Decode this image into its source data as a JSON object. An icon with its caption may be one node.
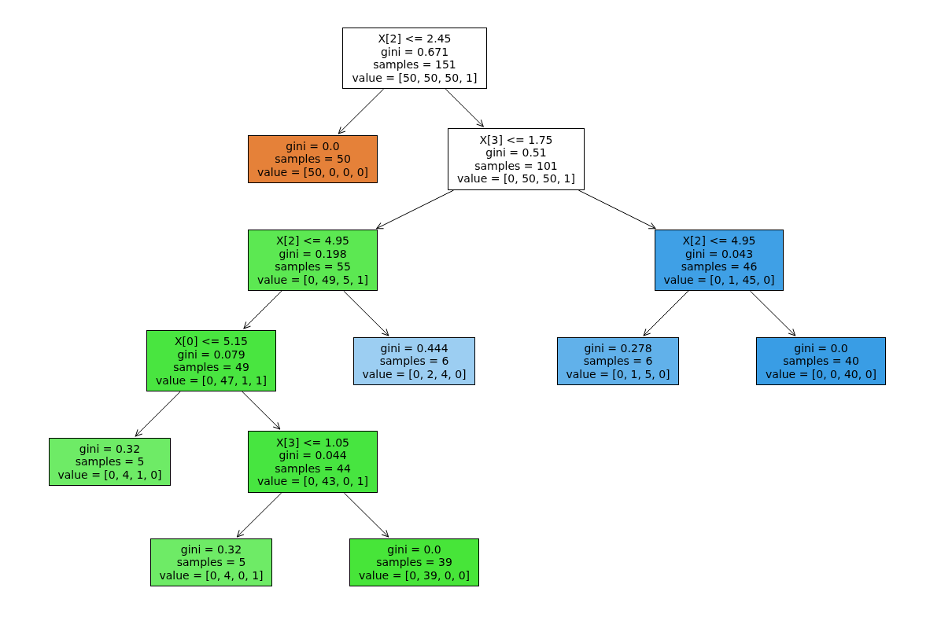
{
  "diagram": {
    "nodes": [
      {
        "text": [
          "X[2] <= 2.45",
          "gini = 0.671",
          "samples = 151",
          "value = [50, 50, 50, 1]"
        ]
      },
      {
        "text": [
          "gini = 0.0",
          "samples = 50",
          "value = [50, 0, 0, 0]"
        ]
      },
      {
        "text": [
          "X[3] <= 1.75",
          "gini = 0.51",
          "samples = 101",
          "value = [0, 50, 50, 1]"
        ]
      },
      {
        "text": [
          "X[2] <= 4.95",
          "gini = 0.198",
          "samples = 55",
          "value = [0, 49, 5, 1]"
        ]
      },
      {
        "text": [
          "X[2] <= 4.95",
          "gini = 0.043",
          "samples = 46",
          "value = [0, 1, 45, 0]"
        ]
      },
      {
        "text": [
          "X[0] <= 5.15",
          "gini = 0.079",
          "samples = 49",
          "value = [0, 47, 1, 1]"
        ]
      },
      {
        "text": [
          "gini = 0.444",
          "samples = 6",
          "value = [0, 2, 4, 0]"
        ]
      },
      {
        "text": [
          "gini = 0.278",
          "samples = 6",
          "value = [0, 1, 5, 0]"
        ]
      },
      {
        "text": [
          "gini = 0.0",
          "samples = 40",
          "value = [0, 0, 40, 0]"
        ]
      },
      {
        "text": [
          "gini = 0.32",
          "samples = 5",
          "value = [0, 4, 1, 0]"
        ]
      },
      {
        "text": [
          "X[3] <= 1.05",
          "gini = 0.044",
          "samples = 44",
          "value = [0, 43, 0, 1]"
        ]
      },
      {
        "text": [
          "gini = 0.32",
          "samples = 5",
          "value = [0, 4, 0, 1]"
        ]
      },
      {
        "text": [
          "gini = 0.0",
          "samples = 39",
          "value = [0, 39, 0, 0]"
        ]
      }
    ],
    "edges": [
      {
        "from": 0,
        "to": 1,
        "arrow": "to"
      },
      {
        "from": 0,
        "to": 2,
        "arrow": "to"
      },
      {
        "from": 2,
        "to": 3,
        "arrow": "to"
      },
      {
        "from": 2,
        "to": 4,
        "arrow": "to"
      },
      {
        "from": 3,
        "to": 5,
        "arrow": "to"
      },
      {
        "from": 3,
        "to": 6,
        "arrow": "to"
      },
      {
        "from": 4,
        "to": 7,
        "arrow": "to"
      },
      {
        "from": 4,
        "to": 8,
        "arrow": "to"
      },
      {
        "from": 5,
        "to": 9,
        "arrow": "to"
      },
      {
        "from": 5,
        "to": 10,
        "arrow": "to"
      },
      {
        "from": 10,
        "to": 11,
        "arrow": "to"
      },
      {
        "from": 10,
        "to": 12,
        "arrow": "to"
      }
    ]
  }
}
